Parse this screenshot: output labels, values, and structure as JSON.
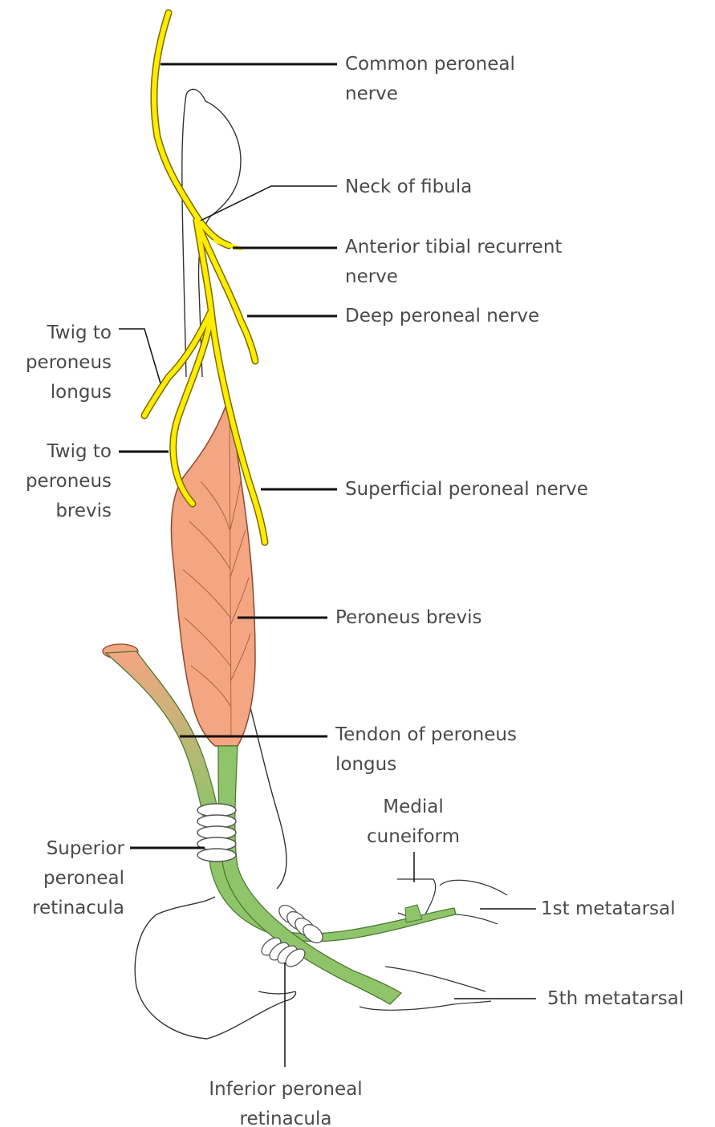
{
  "labels": {
    "common_peroneal_nerve": "Common peroneal\nnerve",
    "neck_of_fibula": "Neck of fibula",
    "anterior_tibial_recurrent_nerve": "Anterior tibial recurrent\nnerve",
    "deep_peroneal_nerve": "Deep peroneal nerve",
    "twig_to_peroneus_longus": "Twig to\nperoneus\nlongus",
    "twig_to_peroneus_brevis": "Twig to\nperoneus\nbrevis",
    "superficial_peroneal_nerve": "Superficial peroneal nerve",
    "peroneus_brevis": "Peroneus brevis",
    "tendon_of_peroneus_longus": "Tendon of peroneus\nlongus",
    "medial_cuneiform": "Medial\ncuneiform",
    "superior_peroneal_retinacula": "Superior\nperoneal\nretinacula",
    "first_metatarsal": "1st metatarsal",
    "fifth_metatarsal": "5th metatarsal",
    "inferior_peroneal_retinacula": "Inferior peroneal\nretinacula"
  },
  "colors": {
    "nerve": "#ffec00",
    "nerve_outline": "#7a6a00",
    "muscle": "#f4a582",
    "tendon": "#8fc46a",
    "bone_outline": "#333333",
    "label_text": "#4a4a4a",
    "leader_line": "#111111"
  }
}
